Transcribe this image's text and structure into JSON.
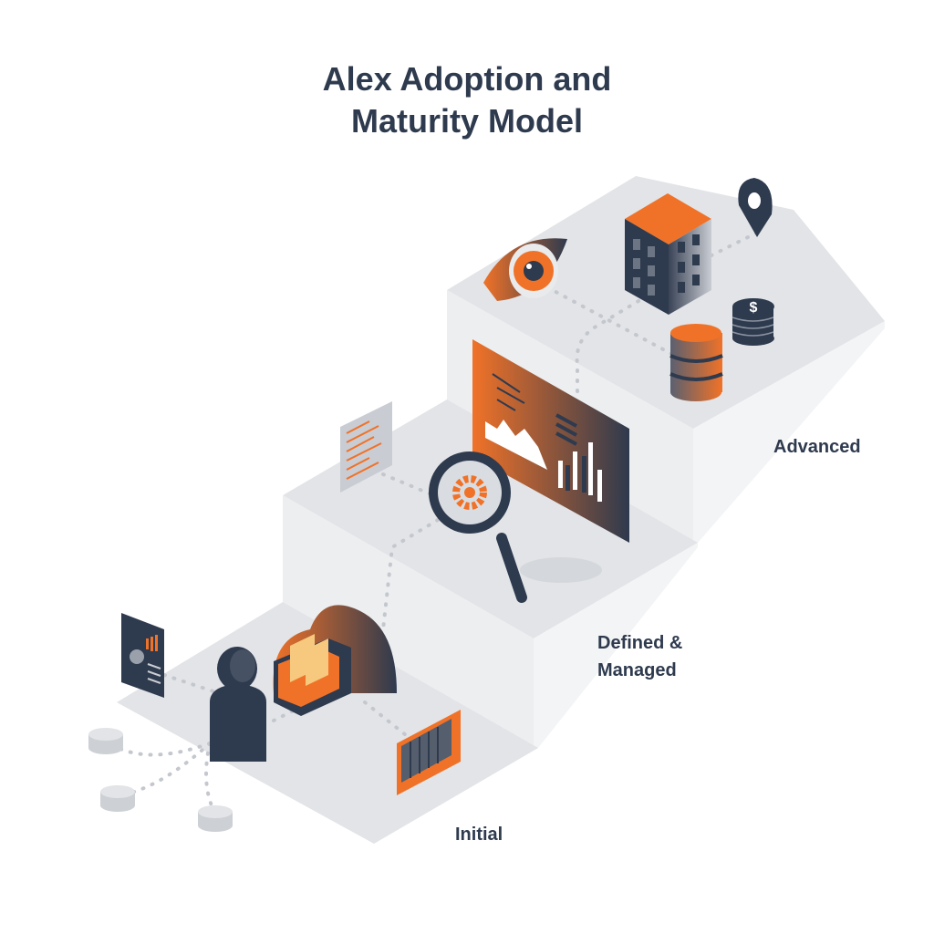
{
  "title": {
    "line1": "Alex Adoption and",
    "line2": "Maturity Model"
  },
  "stages": [
    {
      "label": "Initial"
    },
    {
      "label_line1": "Defined &",
      "label_line2": "Managed"
    },
    {
      "label": "Advanced"
    }
  ],
  "icons": {
    "initial": [
      "report-document-icon",
      "user-icon",
      "cloud-file-cabinet-icon",
      "server-rack-icon",
      "database-disk-icon"
    ],
    "defined": [
      "code-document-icon",
      "magnifier-gear-icon",
      "analytics-dashboard-icon"
    ],
    "advanced": [
      "eye-icon",
      "building-icon",
      "location-pin-icon",
      "database-icon",
      "coins-icon"
    ]
  },
  "colors": {
    "accent": "#f07228",
    "dark": "#2e3a4e",
    "platform": "#e2e4e7"
  }
}
